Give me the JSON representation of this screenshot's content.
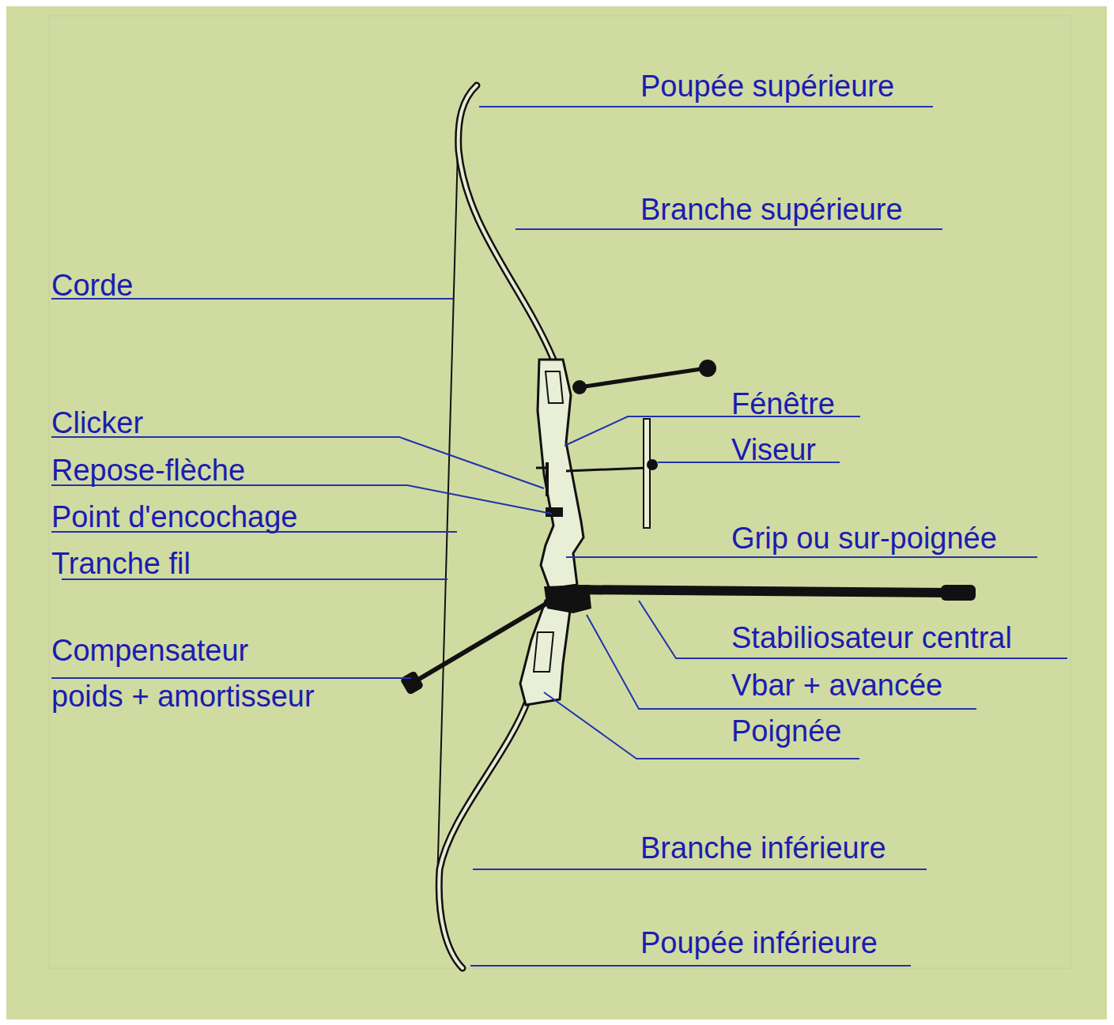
{
  "diagram": {
    "labels": [
      "Poupée supérieure",
      "Branche supérieure",
      "Corde",
      "Fénêtre",
      "Viseur",
      "Clicker",
      "Repose-flèche",
      "Point d'encochage",
      "Tranche fil",
      "Grip ou sur-poignée",
      "Compensateur poids + amortisseur",
      "Stabiliosateur  central",
      "Vbar + avancée",
      "Poignée",
      "Branche inférieure",
      "Poupée inférieure"
    ]
  }
}
